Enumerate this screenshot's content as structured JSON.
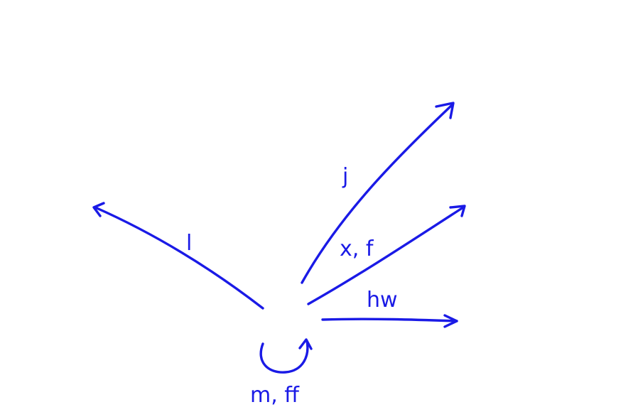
{
  "ink_color": "#1a1ae6",
  "background_color": "#ffffff",
  "edges": [
    {
      "id": "edge-left",
      "label": "l"
    },
    {
      "id": "edge-upper-right",
      "label": "j"
    },
    {
      "id": "edge-middle-right",
      "label": "x, f"
    },
    {
      "id": "edge-lower-right",
      "label": "hw"
    },
    {
      "id": "edge-self-loop",
      "label": "m, ff"
    }
  ]
}
